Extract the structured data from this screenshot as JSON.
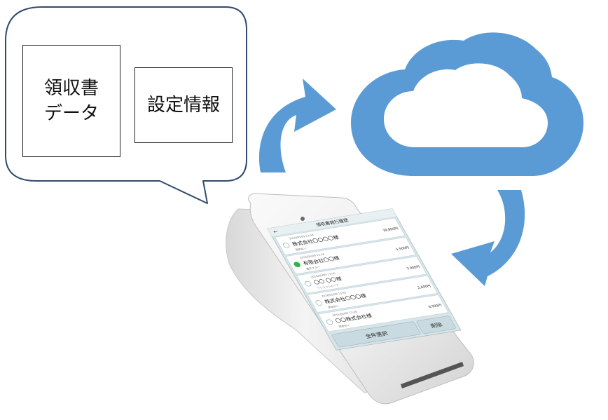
{
  "bubble": {
    "receipt_box": {
      "line1": "領収書",
      "line2": "データ"
    },
    "settings_box": {
      "label": "設定情報"
    }
  },
  "device": {
    "screen_title": "領収書発行履歴",
    "rows": [
      {
        "meta": "2016/05/09 13:58",
        "name": "株式会社〇〇〇〇様",
        "note": "現金払い",
        "amount": "39,900円",
        "selected": false
      },
      {
        "meta": "2016/05/09 13:54",
        "name": "有限会社〇〇様",
        "note": "電子マネー",
        "amount": "5,500円",
        "selected": true
      },
      {
        "meta": "2016/05/09 13:50",
        "name": "〇〇 〇〇様",
        "note": "クレジットカード",
        "amount": "3,000円",
        "selected": false
      },
      {
        "meta": "2016/05/09 13:45",
        "name": "株式会社〇〇〇様",
        "note": "現金払い",
        "amount": "2,600円",
        "selected": false
      },
      {
        "meta": "2016/05/09 13:40",
        "name": "〇〇株式会社様",
        "note": "現金払い",
        "amount": "6,000円",
        "selected": false
      }
    ],
    "select_all_label": "全件選択",
    "delete_label": "削除"
  },
  "colors": {
    "cloud": "#5b9bd5",
    "arrow": "#5b9bd5",
    "bubble_border": "#2f4a6e",
    "device_body": "#eeeeee",
    "screen_bg": "#d7e5e9",
    "check_green": "#2fb24a"
  }
}
